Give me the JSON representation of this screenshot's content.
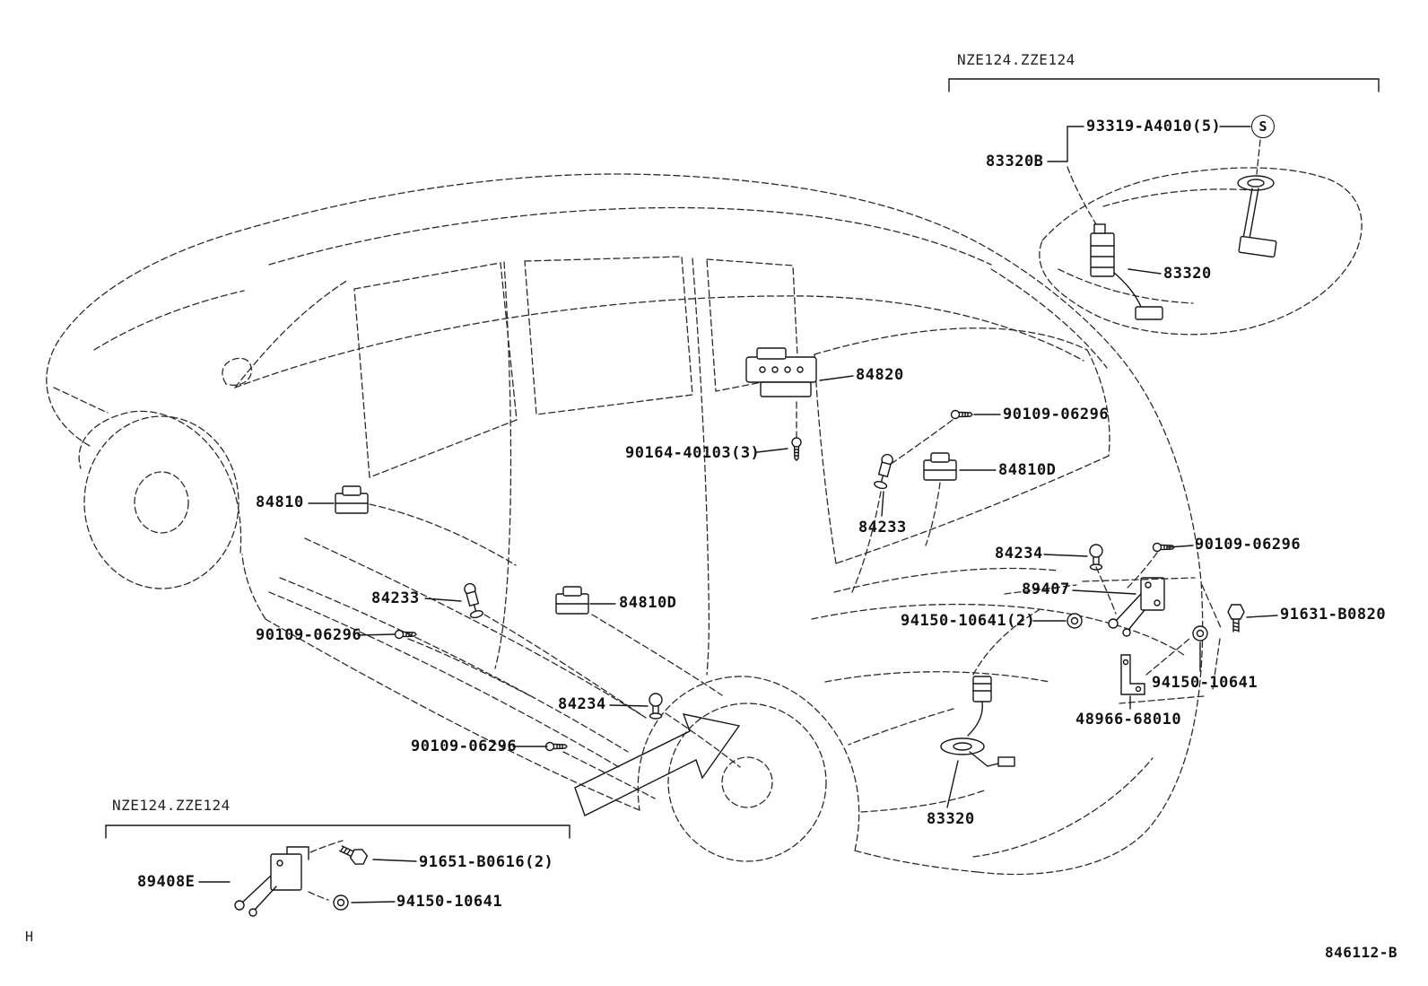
{
  "page": {
    "corner_mark": "H",
    "drawing_number": "846112-B"
  },
  "headers": [
    {
      "id": "variant-top",
      "text": "NZE124.ZZE124"
    },
    {
      "id": "variant-bottom",
      "text": "NZE124.ZZE124"
    }
  ],
  "symbol": {
    "text": "S"
  },
  "part_labels": [
    {
      "id": "93319-A4010",
      "text": "93319-A4010(5)"
    },
    {
      "id": "83320B",
      "text": "83320B"
    },
    {
      "id": "83320-tank",
      "text": "83320"
    },
    {
      "id": "84820",
      "text": "84820"
    },
    {
      "id": "90109-06296-a",
      "text": "90109-06296"
    },
    {
      "id": "90164-40103",
      "text": "90164-40103(3)"
    },
    {
      "id": "84810D-right",
      "text": "84810D"
    },
    {
      "id": "84233-right",
      "text": "84233"
    },
    {
      "id": "84810",
      "text": "84810"
    },
    {
      "id": "84234-right",
      "text": "84234"
    },
    {
      "id": "90109-06296-b",
      "text": "90109-06296"
    },
    {
      "id": "89407",
      "text": "89407"
    },
    {
      "id": "84233-left",
      "text": "84233"
    },
    {
      "id": "84810D-center",
      "text": "84810D"
    },
    {
      "id": "94150-10641-2",
      "text": "94150-10641(2)"
    },
    {
      "id": "91631-B0820",
      "text": "91631-B0820"
    },
    {
      "id": "90109-06296-c",
      "text": "90109-06296"
    },
    {
      "id": "94150-10641-r",
      "text": "94150-10641"
    },
    {
      "id": "48966-68010",
      "text": "48966-68010"
    },
    {
      "id": "84234-left",
      "text": "84234"
    },
    {
      "id": "90109-06296-d",
      "text": "90109-06296"
    },
    {
      "id": "83320-floor",
      "text": "83320"
    },
    {
      "id": "89408E",
      "text": "89408E"
    },
    {
      "id": "91651-B0616",
      "text": "91651-B0616(2)"
    },
    {
      "id": "94150-10641-b",
      "text": "94150-10641"
    }
  ]
}
